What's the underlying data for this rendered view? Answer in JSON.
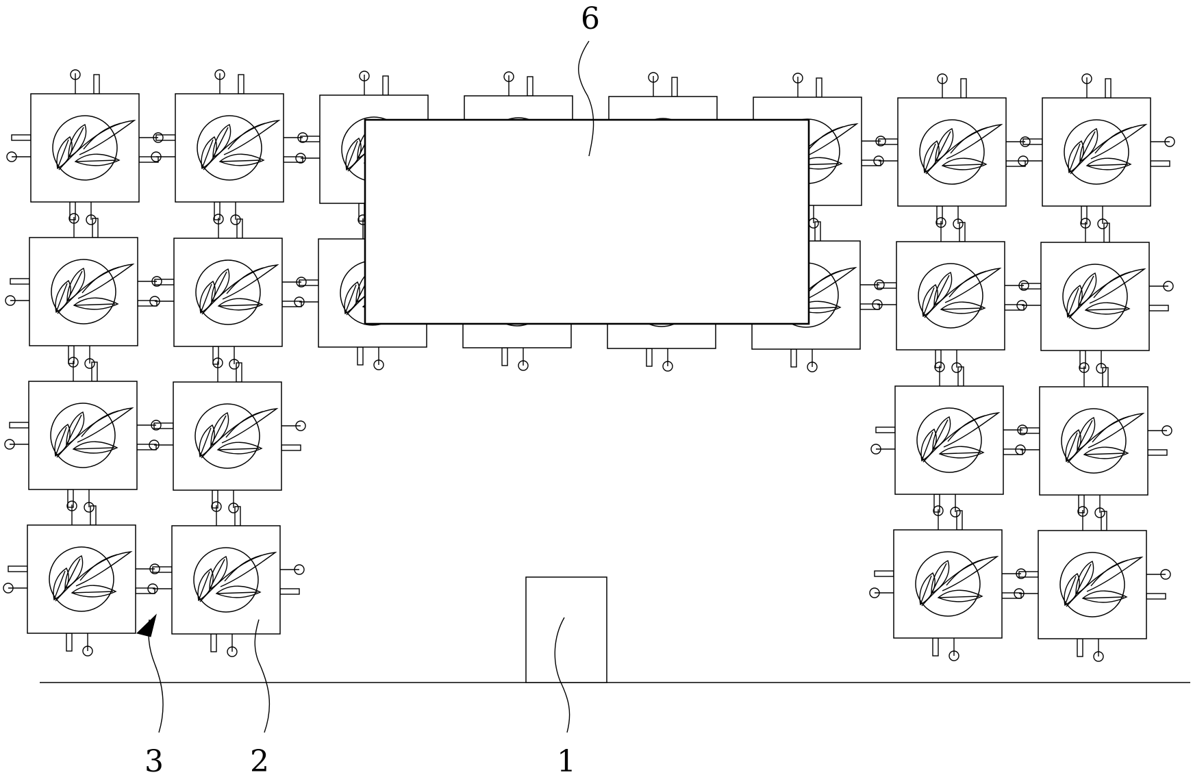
{
  "labels": {
    "label_1": "1",
    "label_2": "2",
    "label_3": "3",
    "label_6": "6"
  },
  "colors": {
    "stroke": "#000000",
    "background": "#ffffff"
  },
  "icons": {
    "module_emblem": "leaf-sprig-icon"
  }
}
